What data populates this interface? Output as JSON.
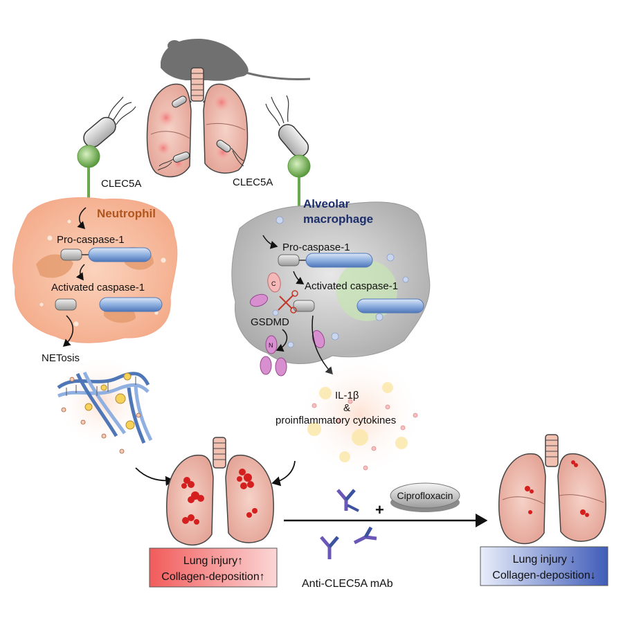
{
  "labels": {
    "clec5a_left": "CLEC5A",
    "clec5a_right": "CLEC5A",
    "neutrophil": "Neutrophil",
    "alveolar_line1": "Alveolar",
    "alveolar_line2": "macrophage",
    "pro_caspase_left": "Pro-caspase-1",
    "activated_caspase_left": "Activated caspase-1",
    "pro_caspase_right": "Pro-caspase-1",
    "activated_caspase_right": "Activated caspase-1",
    "gsdmd": "GSDMD",
    "netosis": "NETosis",
    "il1b": "IL-1β",
    "ampersand": "&",
    "cytokines": "proinflammatory cytokines",
    "ciprofloxacin": "Ciprofloxacin",
    "plus": "+",
    "anti_clec5a": "Anti-CLEC5A mAb",
    "gsdmd_c": "C",
    "gsdmd_n": "N"
  },
  "outcome_left": {
    "line1": "Lung injury↑",
    "line2": "Collagen-deposition↑",
    "color": "#f26d6d"
  },
  "outcome_right": {
    "line1": "Lung injury ↓",
    "line2": "Collagen-deposition↓",
    "color": "#5a73c4"
  },
  "colors": {
    "neutrophil": "#f6b89a",
    "macrophage": "#c8c8c8",
    "lung": "#e9a59a",
    "receptor": "#6aa84f",
    "caspase_blue": "#7aa3d8",
    "gsdmd_pink": "#d88fd0"
  }
}
